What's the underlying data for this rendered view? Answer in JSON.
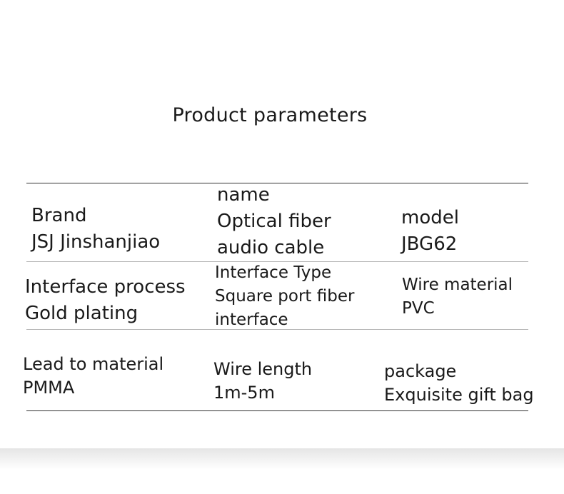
{
  "title": "Product parameters",
  "rows": [
    {
      "cells": [
        {
          "label": "Brand",
          "value": "JSJ Jinshanjiao"
        },
        {
          "label": "name",
          "value_lines": [
            "Optical fiber",
            "audio cable"
          ]
        },
        {
          "label": "model",
          "value": "JBG62"
        }
      ]
    },
    {
      "cells": [
        {
          "label": "Interface process",
          "value": "Gold plating"
        },
        {
          "label": "Interface Type",
          "value_lines": [
            "Square port fiber",
            "interface"
          ]
        },
        {
          "label": "Wire material",
          "value": "PVC"
        }
      ]
    },
    {
      "cells": [
        {
          "label": "Lead to material",
          "value": "PMMA"
        },
        {
          "label": "Wire length",
          "value": "1m-5m"
        },
        {
          "label": "package",
          "value": "Exquisite gift bag"
        }
      ]
    }
  ]
}
